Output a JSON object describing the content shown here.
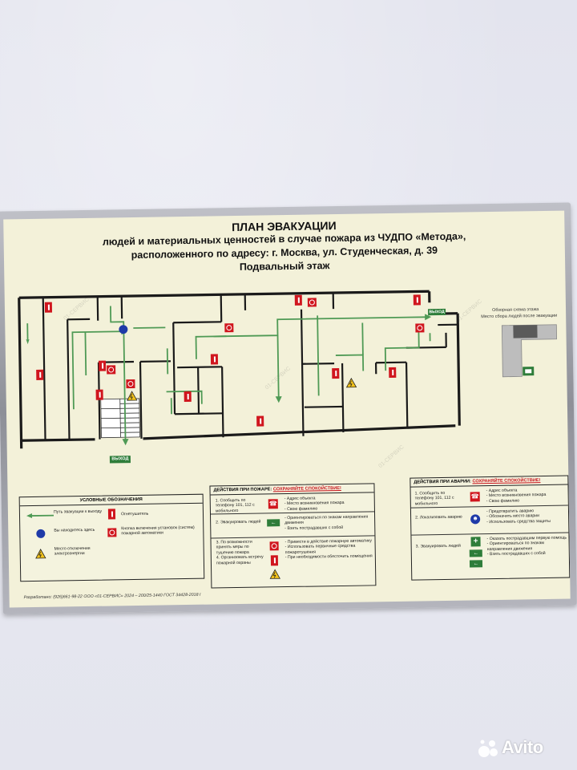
{
  "plan": {
    "title_line1": "ПЛАН ЭВАКУАЦИИ",
    "title_line2": "людей и материальных ценностей в случае пожара из ЧУДПО «Метода»,",
    "title_line3": "расположенного по адресу: г. Москва, ул. Студенческая, д. 39",
    "title_line4": "Подвальный этаж",
    "exit_label": "ВЫХОД",
    "overview_caption_1": "Обзорная схема этажа",
    "overview_caption_2": "Место сбора людей после эвакуации",
    "watermark": "01-СЕРВИС",
    "footer": "Разработано: (926)661-98-22 ООО «01-СЕРВИС» 2024 – 200/25-1440 ГОСТ 34428-2018 I"
  },
  "legend": {
    "header": "УСЛОВНЫЕ ОБОЗНАЧЕНИЯ",
    "items": [
      {
        "label": "Путь эвакуации к выходу"
      },
      {
        "label": "Огнетушитель"
      },
      {
        "label": "Вы находитесь здесь"
      },
      {
        "label": "Кнопка включения установок (систем) пожарной автоматики"
      },
      {
        "label": "Место отключения электроэнергии"
      }
    ]
  },
  "fire_actions": {
    "header": "ДЕЙСТВИЯ ПРИ ПОЖАРЕ:",
    "header_calm": "СОХРАНЯЙТЕ СПОКОЙСТВИЕ!",
    "rows": [
      {
        "step": "1. Сообщить по телефону 101, 112 с мобильного",
        "actions": "- Адрес объекта\n- Место возникновения пожара\n- Свою фамилию"
      },
      {
        "step": "2. Эвакуировать людей",
        "actions": "- Ориентироваться по знакам направления движения\n- Взять пострадавших с собой"
      },
      {
        "step": "3. По возможности принять меры по тушению пожара\n4. Организовать встречу пожарной охраны",
        "actions": "- Привести в действие пожарную автоматику\n- Использовать первичные средства пожаротушения\n- При необходимости обесточить помещения"
      }
    ]
  },
  "accident_actions": {
    "header": "ДЕЙСТВИЯ ПРИ АВАРИИ:",
    "header_calm": "СОХРАНЯЙТЕ СПОКОЙСТВИЕ!",
    "rows": [
      {
        "step": "1. Сообщить по телефону 101, 112 с мобильного",
        "actions": "- Адрес объекта\n- Место возникновения пожара\n- Свою фамилию"
      },
      {
        "step": "2. Локализовать аварию",
        "actions": "- Предотвратить аварию\n- Обозначить место аварии\n- Использовать средства защиты"
      },
      {
        "step": "3. Эвакуировать людей",
        "actions": "- Оказать пострадавшим первую помощь\n- Ориентироваться по знакам направления движения\n- Взять пострадавших с собой"
      }
    ]
  },
  "photo": {
    "watermark_brand": "Avito"
  },
  "colors": {
    "board": "#f3f1d9",
    "route_green": "#4f9a55",
    "sign_red": "#d0161e",
    "exit_green": "#2e7d3a",
    "you_are_here": "#1f3aa8",
    "hazard_yellow": "#f2c21a"
  }
}
